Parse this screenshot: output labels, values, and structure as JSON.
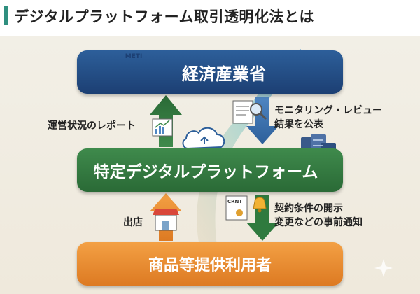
{
  "page": {
    "title": "デジタルプラットフォーム取引透明化法とは"
  },
  "nodes": {
    "top": {
      "label": "経済産業省",
      "building_sign": "METI"
    },
    "middle": {
      "label": "特定デジタルプラットフォーム"
    },
    "bottom": {
      "label": "商品等提供利用者"
    }
  },
  "edges": {
    "report": {
      "label": "運営状況のレポート"
    },
    "monitoring": {
      "line1": "モニタリング・レビュー",
      "line2": "結果を公表"
    },
    "store": {
      "label": "出店"
    },
    "notice": {
      "line1": "契約条件の開示",
      "line2": "変更などの事前通知"
    }
  },
  "document_icon_text": "CRNT",
  "colors": {
    "accent": "#2f8f7f",
    "government": "#1c3f73",
    "platform": "#2a6a36",
    "users": "#dd7a22"
  }
}
